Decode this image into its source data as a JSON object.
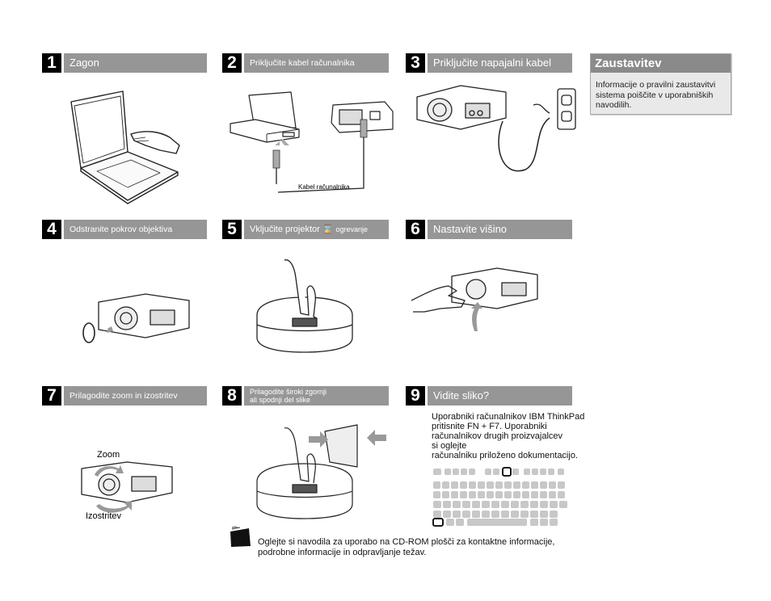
{
  "steps": [
    {
      "num": "1",
      "title": "Zagon"
    },
    {
      "num": "2",
      "title": "Priključite kabel računalnika"
    },
    {
      "num": "3",
      "title": "Priključite napajalni kabel"
    },
    {
      "num": "4",
      "title": "Odstranite pokrov objektiva"
    },
    {
      "num": "5",
      "title_pre": "Vključite projektor",
      "title_post": "ogrevanje"
    },
    {
      "num": "6",
      "title": "Nastavite višino"
    },
    {
      "num": "7",
      "title": "Prilagodite zoom in izostritev"
    },
    {
      "num": "8",
      "title_line1": "Prilagodite široki zgornji",
      "title_line2": "ali spodnji del slike"
    },
    {
      "num": "9",
      "title": "Vidite sliko?"
    }
  ],
  "shutdown": {
    "title": "Zaustavitev",
    "text": "Informacije o pravilni zaustavitvi sistema poiščite v uporabniških navodilih."
  },
  "step2_cable_label": "Kabel računalnika",
  "step7_labels": {
    "zoom": "Zoom",
    "focus": "Izostritev"
  },
  "step9_text": [
    "Uporabniki računalnikov IBM ThinkPad",
    "pritisnite FN + F7. Uporabniki",
    "računalnikov drugih proizvajalcev",
    "si oglejte",
    "računalniku priloženo dokumentacijo."
  ],
  "footer": [
    "Oglejte si navodila za uporabo na CD-ROM plošči za kontaktne informacije,",
    "podrobne informacije in odpravljanje težav."
  ],
  "colors": {
    "header_bar": "#969696",
    "number_box": "#000000",
    "shutdown_title": "#8a8a8a",
    "shutdown_bg": "#e9e9e9"
  }
}
